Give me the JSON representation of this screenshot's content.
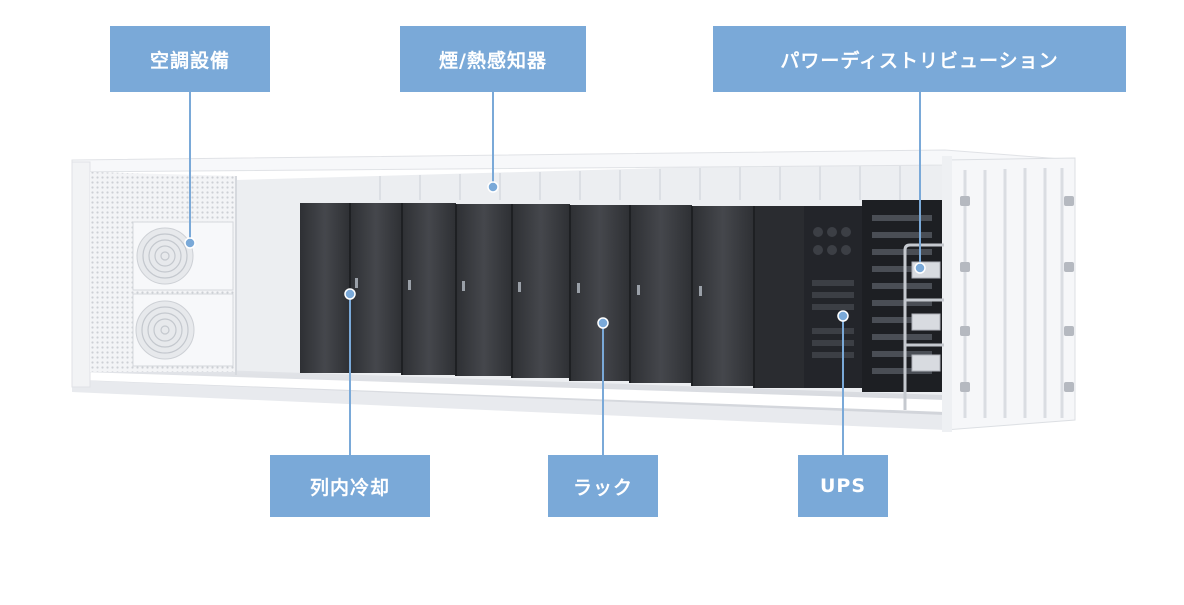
{
  "labels": {
    "hvac": "空調設備",
    "smoke_heat_detector": "煙/熱感知器",
    "power_distribution": "パワーディストリビューション",
    "inrow_cooling": "列内冷却",
    "rack": "ラック",
    "ups": "UPS"
  },
  "colors": {
    "label_bg": "#7aa9d8",
    "label_text": "#ffffff",
    "leader_line": "#7aa9d8",
    "rack_dark": "#3d3f44",
    "container_white": "#f4f5f7"
  }
}
